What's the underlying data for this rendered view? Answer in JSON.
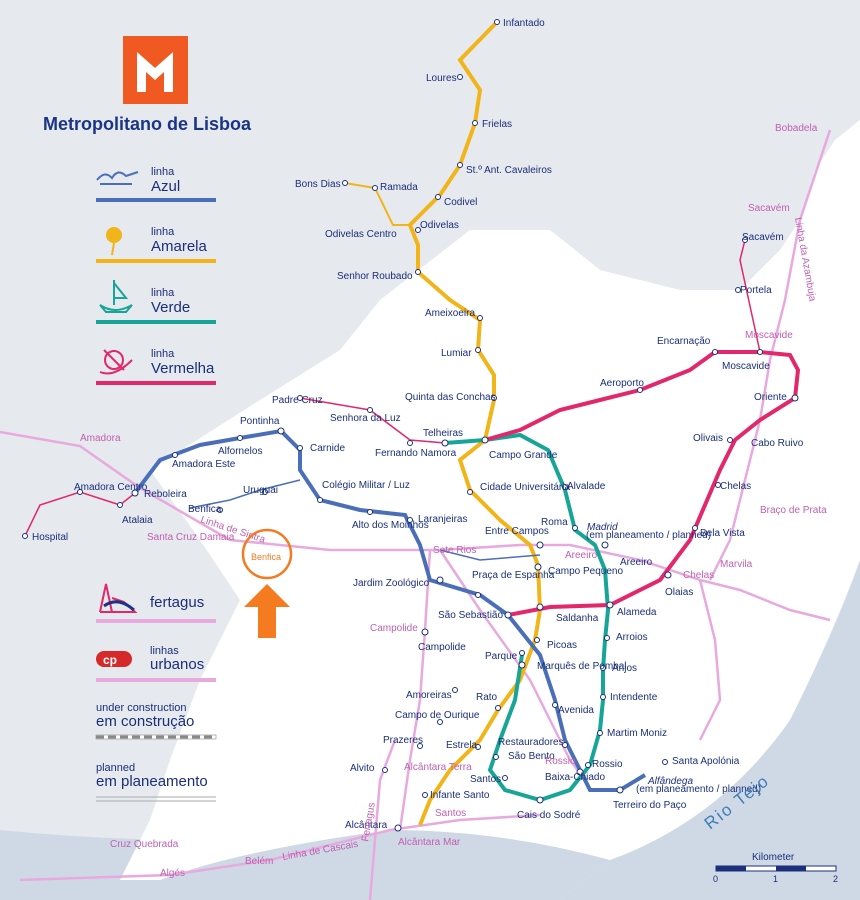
{
  "title": "Metropolitano de Lisboa",
  "legend": [
    {
      "prefix": "linha",
      "name": "Azul",
      "color": "#4a6fb8",
      "icon": "seagull-icon"
    },
    {
      "prefix": "linha",
      "name": "Amarela",
      "color": "#f1b419",
      "icon": "sunflower-icon"
    },
    {
      "prefix": "linha",
      "name": "Verde",
      "color": "#16a596",
      "icon": "caravel-icon"
    },
    {
      "prefix": "linha",
      "name": "Vermelha",
      "color": "#e2276a",
      "icon": "compass-rose-icon"
    }
  ],
  "fertagus": "fertagus",
  "urbanos": {
    "prefix": "linhas",
    "name": "urbanos"
  },
  "construction": {
    "en": "under construction",
    "pt": "em construção"
  },
  "planned": {
    "en": "planned",
    "pt": "em planeamento"
  },
  "scale": {
    "title": "Kilometer",
    "ticks": [
      "0",
      "1",
      "2"
    ]
  },
  "river": "Rio Tejo",
  "colors": {
    "azul": "#4a6fb8",
    "amarela": "#f1b419",
    "verde": "#16a596",
    "vermelha": "#e2276a",
    "rail": "#e7a9de",
    "land": "#ffffff",
    "water": "#cfd9e6",
    "text": "#1b2f7a"
  },
  "highlight": {
    "label": "Benfica",
    "marker": "orange-arrow-icon",
    "color": "#f47b20"
  },
  "stations": {
    "infantado": "Infantado",
    "loures": "Loures",
    "frielas": "Frielas",
    "st_ant": "St.º Ant. Cavaleiros",
    "bons_dias": "Bons Dias",
    "ramada": "Ramada",
    "codivel": "Codivel",
    "odivelas_centro": "Odivelas Centro",
    "odivelas": "Odivelas",
    "senhor_roubado": "Senhor Roubado",
    "ameixoeira": "Ameixoeira",
    "lumiar": "Lumiar",
    "quinta_conchas": "Quinta das Conchas",
    "telheiras": "Telheiras",
    "campo_grande": "Campo Grande",
    "cidade_universitaria": "Cidade Universitária",
    "entre_campos": "Entre Campos",
    "campo_pequeno": "Campo Pequeno",
    "saldanha": "Saldanha",
    "picoas": "Picoas",
    "marques": "Marquês de Pombal",
    "rato": "Rato",
    "avenida": "Avenida",
    "restauradores": "Restauradores",
    "baixa_chiado": "Baixa-Chiado",
    "cais": "Cais do Sodré",
    "alvalade": "Alvalade",
    "roma": "Roma",
    "areeiro": "Areeiro",
    "alameda": "Alameda",
    "arroios": "Arroios",
    "anjos": "Anjos",
    "intendente": "Intendente",
    "martim": "Martim Moniz",
    "rossio": "Rossio",
    "terreiro": "Terreiro do Paço",
    "sta_apolonia": "Santa Apolónia",
    "alfandega": "Alfândega",
    "alfandega_note": "(em planeamento / planned)",
    "madrid": "Madrid",
    "madrid_note": "(em planeamento / planned)",
    "hospital": "Hospital",
    "amadora_centro": "Amadora Centro",
    "atalaia": "Atalaia",
    "reboleira": "Reboleira",
    "amadora_este": "Amadora Este",
    "alfornelos": "Alfornelos",
    "pontinha": "Pontinha",
    "carnide": "Carnide",
    "colegio": "Colégio Militar / Luz",
    "alto_moinhos": "Alto dos Moinhos",
    "laranjeiras": "Laranjeiras",
    "jardim": "Jardim Zoológico",
    "praca_espanha": "Praça de Espanha",
    "sao_sebastiao": "São Sebastião",
    "parque": "Parque",
    "uruguai": "Uruguai",
    "benfica": "Benfica",
    "padre_cruz": "Padre Cruz",
    "senhora_luz": "Senhora da Luz",
    "fernando": "Fernando Namora",
    "aeroporto": "Aeroporto",
    "encarnacao": "Encarnação",
    "moscavide": "Moscavide",
    "oriente": "Oriente",
    "sacavem": "Sacavém",
    "portela": "Portela",
    "olivais": "Olivais",
    "cabo_ruivo": "Cabo Ruivo",
    "chelas": "Chelas",
    "bela_vista": "Bela Vista",
    "olaias": "Olaias",
    "campolide": "Campolide",
    "amoreiras": "Amoreiras",
    "campo_ourique": "Campo de Ourique",
    "prazeres": "Prazeres",
    "estrela": "Estrela",
    "alvito": "Alvito",
    "infante": "Infante Santo",
    "santos": "Santos",
    "sao_bento": "São Bento",
    "alcantara": "Alcântara"
  },
  "rail_labels": {
    "amadora": "Amadora",
    "bobadela": "Bobadela",
    "sacavem": "Sacavém",
    "moscavide": "Moscavide",
    "braco_prata": "Braço de Prata",
    "marvila": "Marvila",
    "chelas": "Chelas",
    "areeiro": "Areeiro",
    "sete_rios": "Sete Rios",
    "santa_cruz": "Santa Cruz Damaia",
    "linha_sintra": "Linha de Sintra",
    "campolide": "Campolide",
    "rossio": "Rossio",
    "alcantara_terra": "Alcântara Terra",
    "alcantara_mar": "Alcântara Mar",
    "santos": "Santos",
    "cruz_quebrada": "Cruz Quebrada",
    "alges": "Algés",
    "belem": "Belém",
    "linha_cascais": "Linha de Cascais",
    "linha_azambuja": "Linha da Azambuja",
    "fertagus": "Fertagus"
  }
}
